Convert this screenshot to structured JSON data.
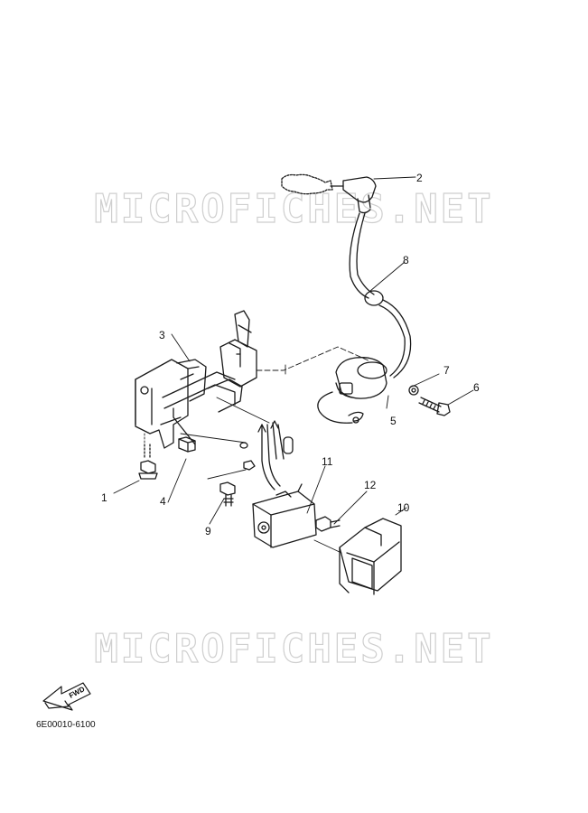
{
  "watermark": {
    "text": "MICROFICHES.NET"
  },
  "callouts": [
    {
      "id": "1",
      "label": "1"
    },
    {
      "id": "2",
      "label": "2"
    },
    {
      "id": "3",
      "label": "3"
    },
    {
      "id": "4",
      "label": "4"
    },
    {
      "id": "5",
      "label": "5"
    },
    {
      "id": "6",
      "label": "6"
    },
    {
      "id": "7",
      "label": "7"
    },
    {
      "id": "8",
      "label": "8"
    },
    {
      "id": "9",
      "label": "9"
    },
    {
      "id": "10",
      "label": "10"
    },
    {
      "id": "11",
      "label": "11"
    },
    {
      "id": "12",
      "label": "12"
    }
  ],
  "fwd_arrow": {
    "text": "FWD"
  },
  "document": {
    "code": "6E00010-6100"
  },
  "colors": {
    "line": "#1a1a1a",
    "watermark_outline": "#cfcfcf",
    "background": "#ffffff"
  }
}
